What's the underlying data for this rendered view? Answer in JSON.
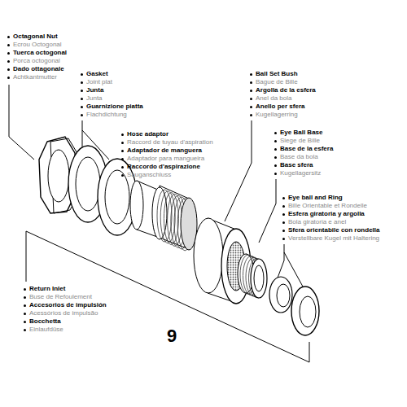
{
  "diagram": {
    "labels": [
      "Octagonal Nut",
      "Ecrou Octogonal",
      "Tuerca octogonal",
      "Porca octogonal",
      "Dado ottagonale",
      "Achtkantmutter",
      "Gasket",
      "Joint plat",
      "Junta",
      "Junta",
      "Guarnizione piatta",
      "Flachdichtung",
      "Hose adaptor",
      "Raccord de tuyau d'aspiration",
      "Adaptador de manguera",
      "Adaptador para mangueira",
      "Raccordo d'aspirazione",
      "Sauganschluss",
      "Ball Set Bush",
      "Bague de Bille",
      "Argolla de la esfera",
      "Anel da bola",
      "Anello per sfera",
      "Kugellagerring",
      "Eye Ball Base",
      "Siege de Bille",
      "Base de la esfera",
      "Base da bola",
      "Base sfera",
      "Kugellagersitz",
      "Eye ball and Ring",
      "Bille Orientable et Rondelle",
      "Esfera giratoria y argolla",
      "Bola giratoria e anel",
      "Sfera orientabile con rondella",
      "Verstellbare Kugel mit Haltering",
      "Return Inlet",
      "Buse de Refoulement",
      "Accesorios de impulsión",
      "Acessórios de impulsão",
      "Bocchetta",
      "Einlaufdüse",
      "9"
    ]
  }
}
